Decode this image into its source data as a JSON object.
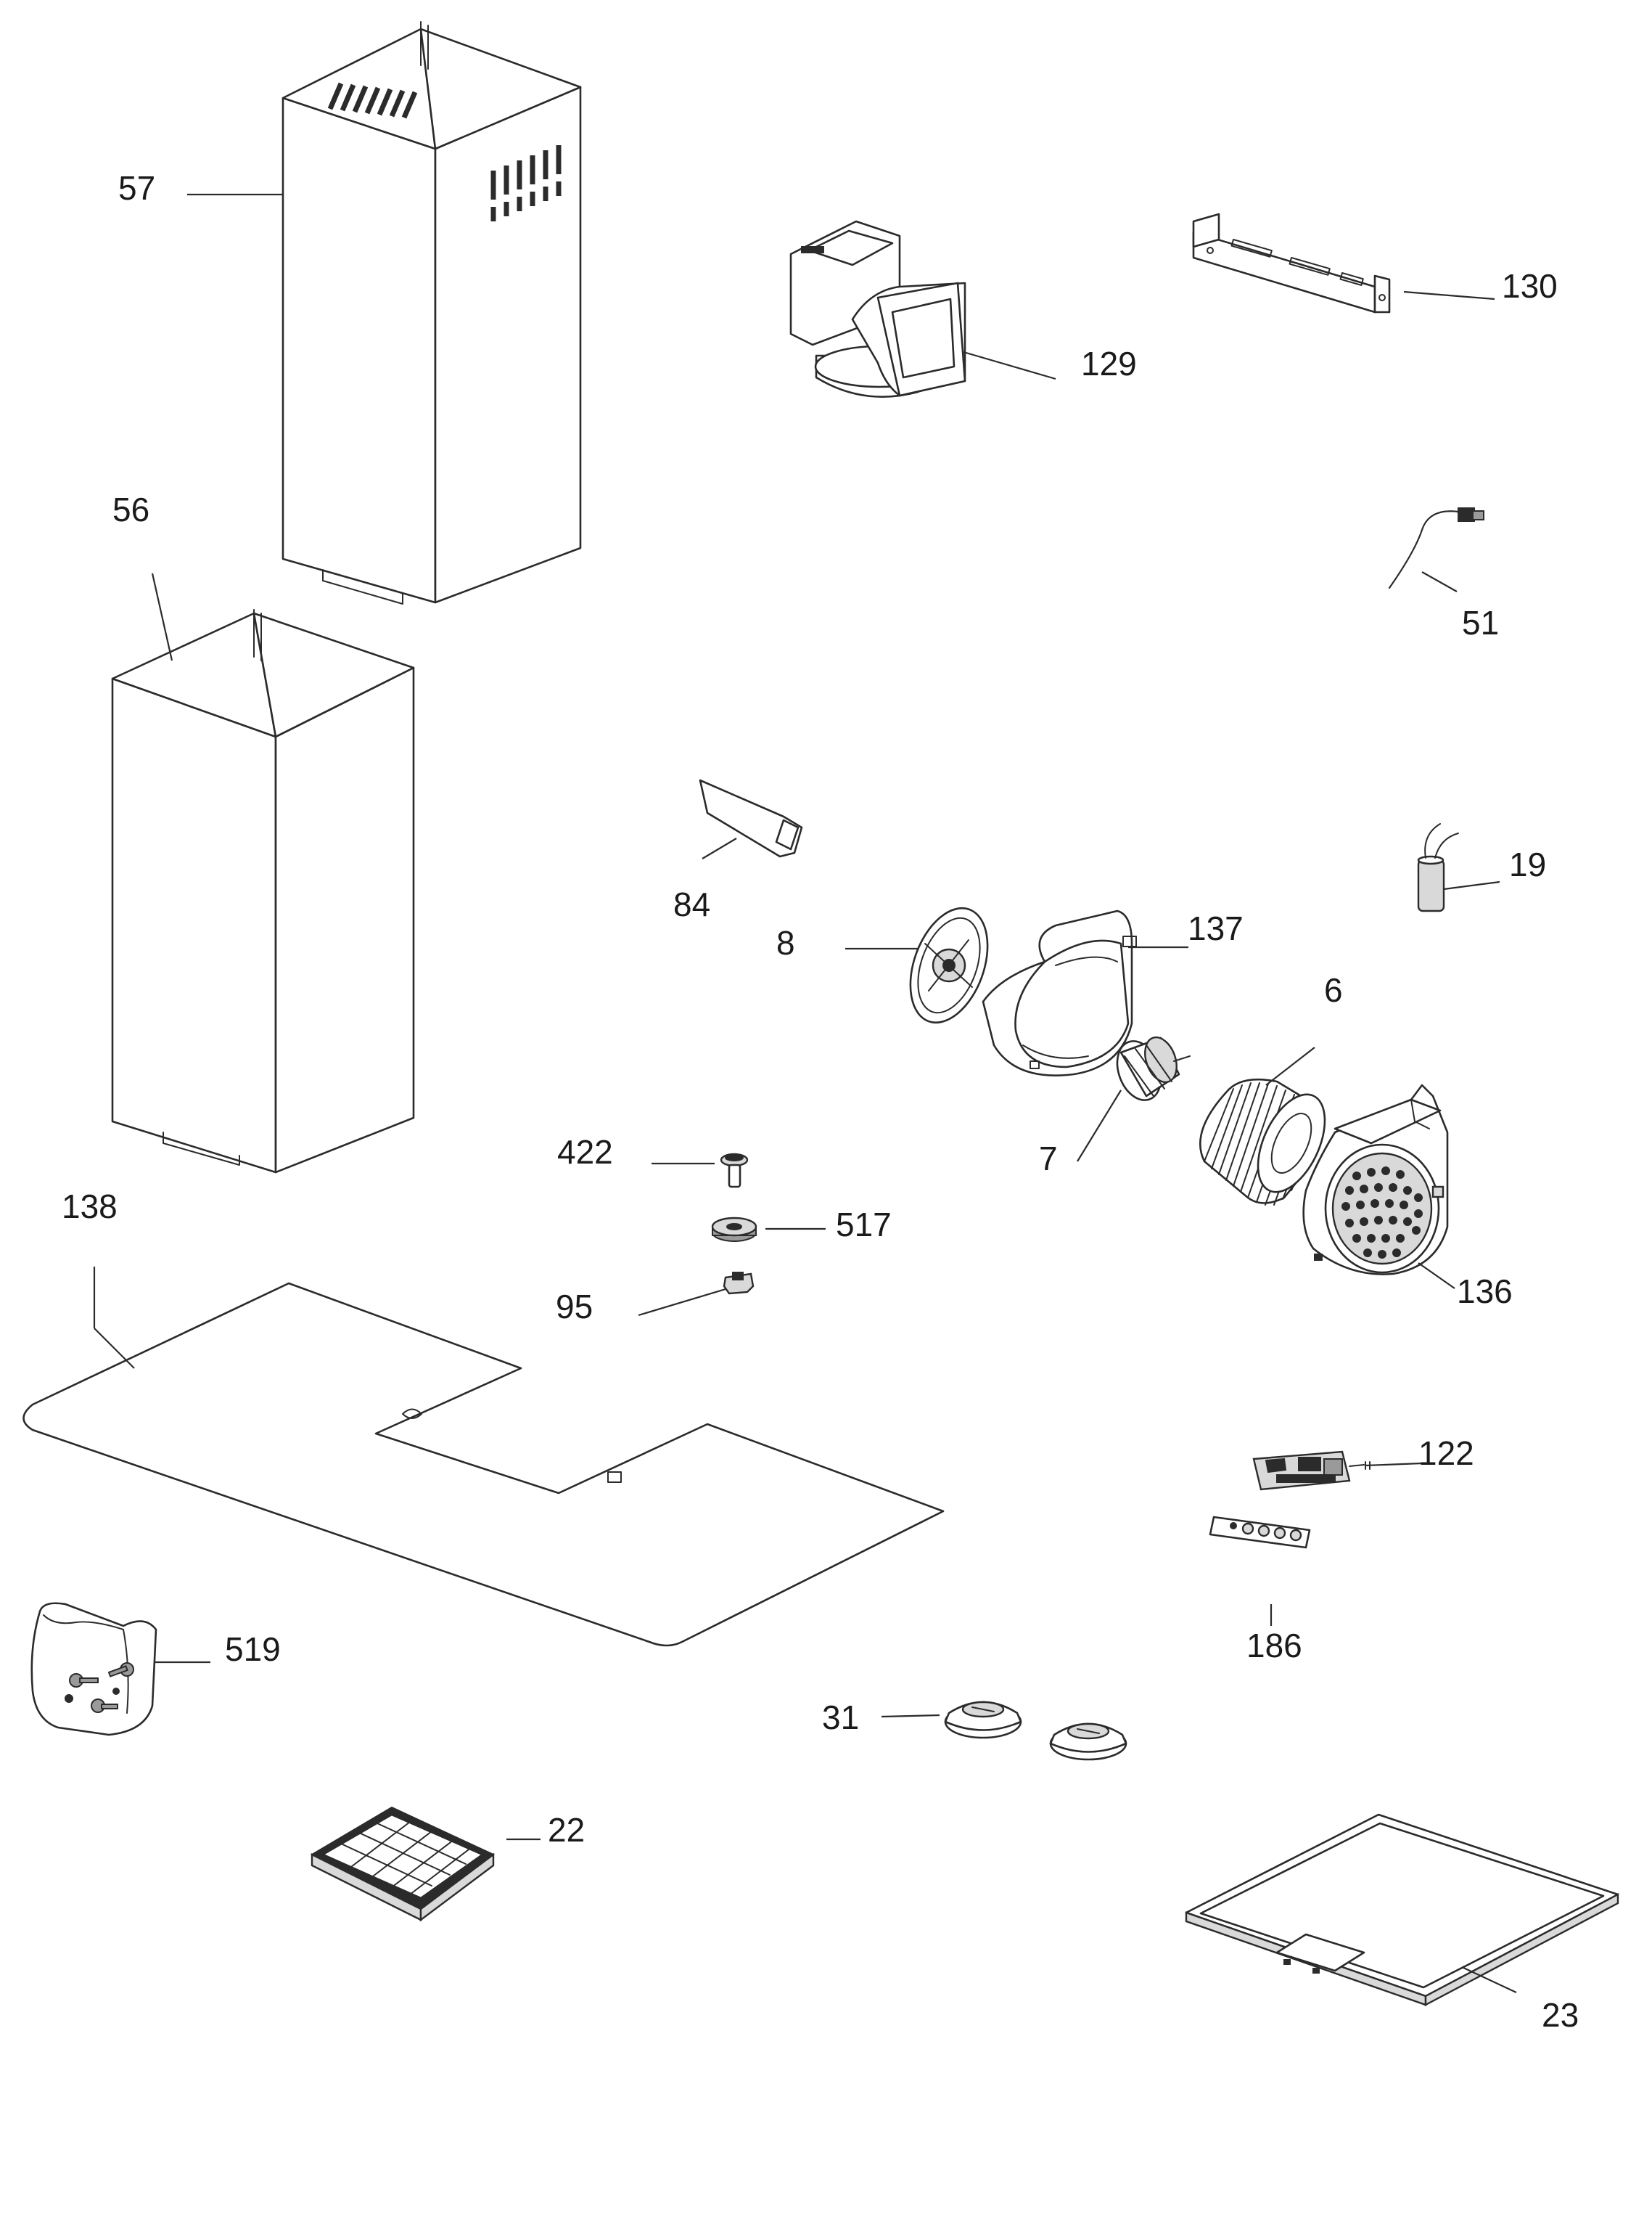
{
  "diagram": {
    "type": "exploded-parts-diagram",
    "parts": [
      {
        "id": "57",
        "label": "57",
        "icon": "upper-chimney-icon"
      },
      {
        "id": "56",
        "label": "56",
        "icon": "lower-chimney-icon"
      },
      {
        "id": "129",
        "label": "129",
        "icon": "air-outlet-adapter-icon"
      },
      {
        "id": "130",
        "label": "130",
        "icon": "mounting-bracket-icon"
      },
      {
        "id": "51",
        "label": "51",
        "icon": "power-cable-icon"
      },
      {
        "id": "84",
        "label": "84",
        "icon": "bracket-clip-icon"
      },
      {
        "id": "19",
        "label": "19",
        "icon": "capacitor-icon"
      },
      {
        "id": "8",
        "label": "8",
        "icon": "motor-flange-icon"
      },
      {
        "id": "137",
        "label": "137",
        "icon": "blower-housing-half-icon"
      },
      {
        "id": "6",
        "label": "6",
        "icon": "impeller-wheel-icon"
      },
      {
        "id": "7",
        "label": "7",
        "icon": "motor-icon"
      },
      {
        "id": "136",
        "label": "136",
        "icon": "blower-housing-icon"
      },
      {
        "id": "422",
        "label": "422",
        "icon": "screw-icon"
      },
      {
        "id": "517",
        "label": "517",
        "icon": "washer-icon"
      },
      {
        "id": "95",
        "label": "95",
        "icon": "nut-icon"
      },
      {
        "id": "138",
        "label": "138",
        "icon": "canopy-glass-icon"
      },
      {
        "id": "122",
        "label": "122",
        "icon": "circuit-board-icon"
      },
      {
        "id": "186",
        "label": "186",
        "icon": "control-panel-icon"
      },
      {
        "id": "519",
        "label": "519",
        "icon": "hardware-bag-icon"
      },
      {
        "id": "31",
        "label": "31",
        "icon": "lamp-icon"
      },
      {
        "id": "22",
        "label": "22",
        "icon": "carbon-filter-icon"
      },
      {
        "id": "23",
        "label": "23",
        "icon": "grease-filter-icon"
      }
    ]
  }
}
